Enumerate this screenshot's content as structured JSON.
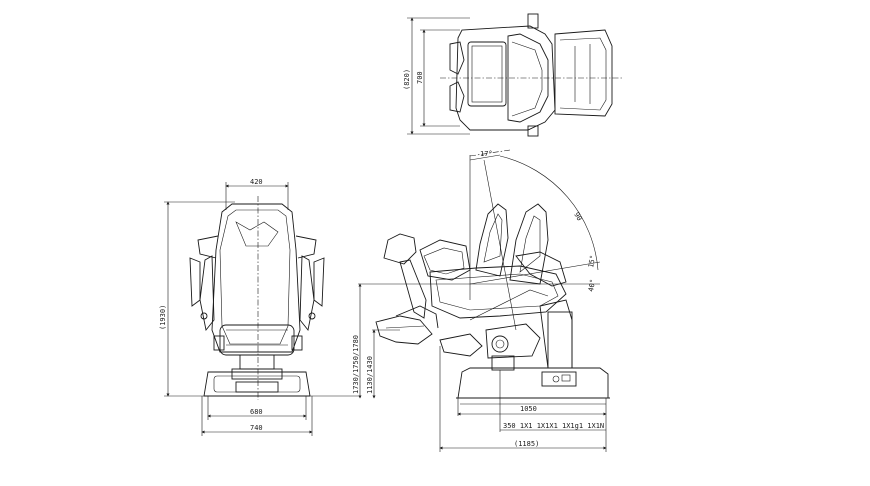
{
  "drawing": {
    "top_view": {
      "dims": {
        "depth_outer": "(820)",
        "depth_inner": "700"
      }
    },
    "front_view": {
      "dims": {
        "width_top": "420",
        "height": "(1930)",
        "base_inner": "680",
        "base_outer": "740"
      }
    },
    "side_view": {
      "dims": {
        "angle_top": "17°",
        "angle_arc": "90",
        "angle_small_1": "15°",
        "angle_small_2": "40°",
        "height_stack": "1730/1750/1780",
        "height_stack_2": "1130/1430",
        "length_1": "1050",
        "length_steps": "350 1X1 1X1X1 1X1g1 1X1N",
        "length_total": "(1185)"
      }
    }
  }
}
